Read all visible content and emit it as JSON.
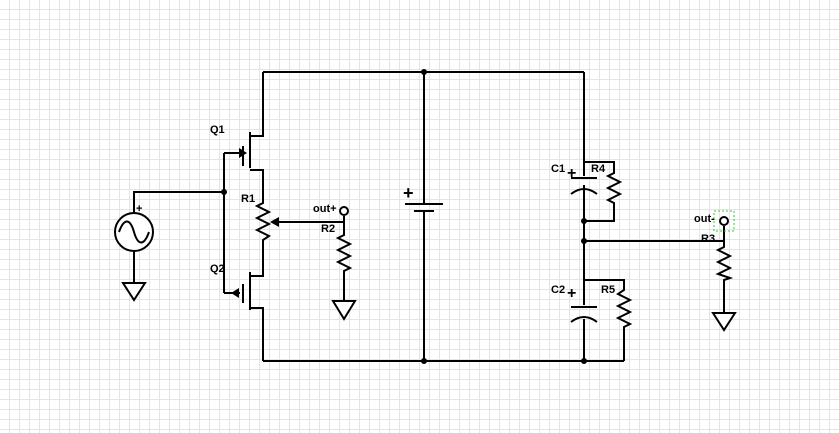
{
  "labels": {
    "q1": "Q1",
    "q2": "Q2",
    "r1": "R1",
    "r2": "R2",
    "r3": "R3",
    "r4": "R4",
    "r5": "R5",
    "c1": "C1",
    "c2": "C2",
    "out_plus": "out+",
    "out_minus": "out-",
    "plus": "+"
  },
  "colors": {
    "wire": "#000000",
    "grid": "#e4e4e4",
    "selection": "#33cc33"
  }
}
